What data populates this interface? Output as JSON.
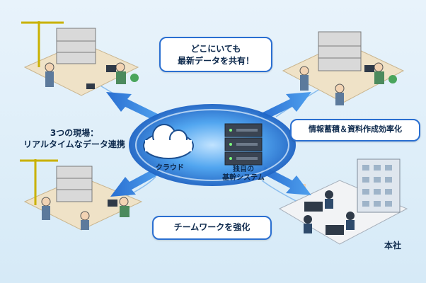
{
  "callouts": {
    "top_center": {
      "line1": "どこにいても",
      "line2": "最新データを共有！"
    },
    "right": "情報蓄積＆資料作成効率化",
    "bottom_center": "チームワークを強化"
  },
  "left_label": {
    "line1": "3つの現場：",
    "line2": "リアルタイムなデータ連携"
  },
  "hub": {
    "cloud_label": "クラウド",
    "system_label_line1": "独自の",
    "system_label_line2": "基幹システム"
  },
  "hq_label": "本社",
  "colors": {
    "accent": "#2a6fd1",
    "hub": "#3b8fe0",
    "ground": "#efe2c7"
  }
}
